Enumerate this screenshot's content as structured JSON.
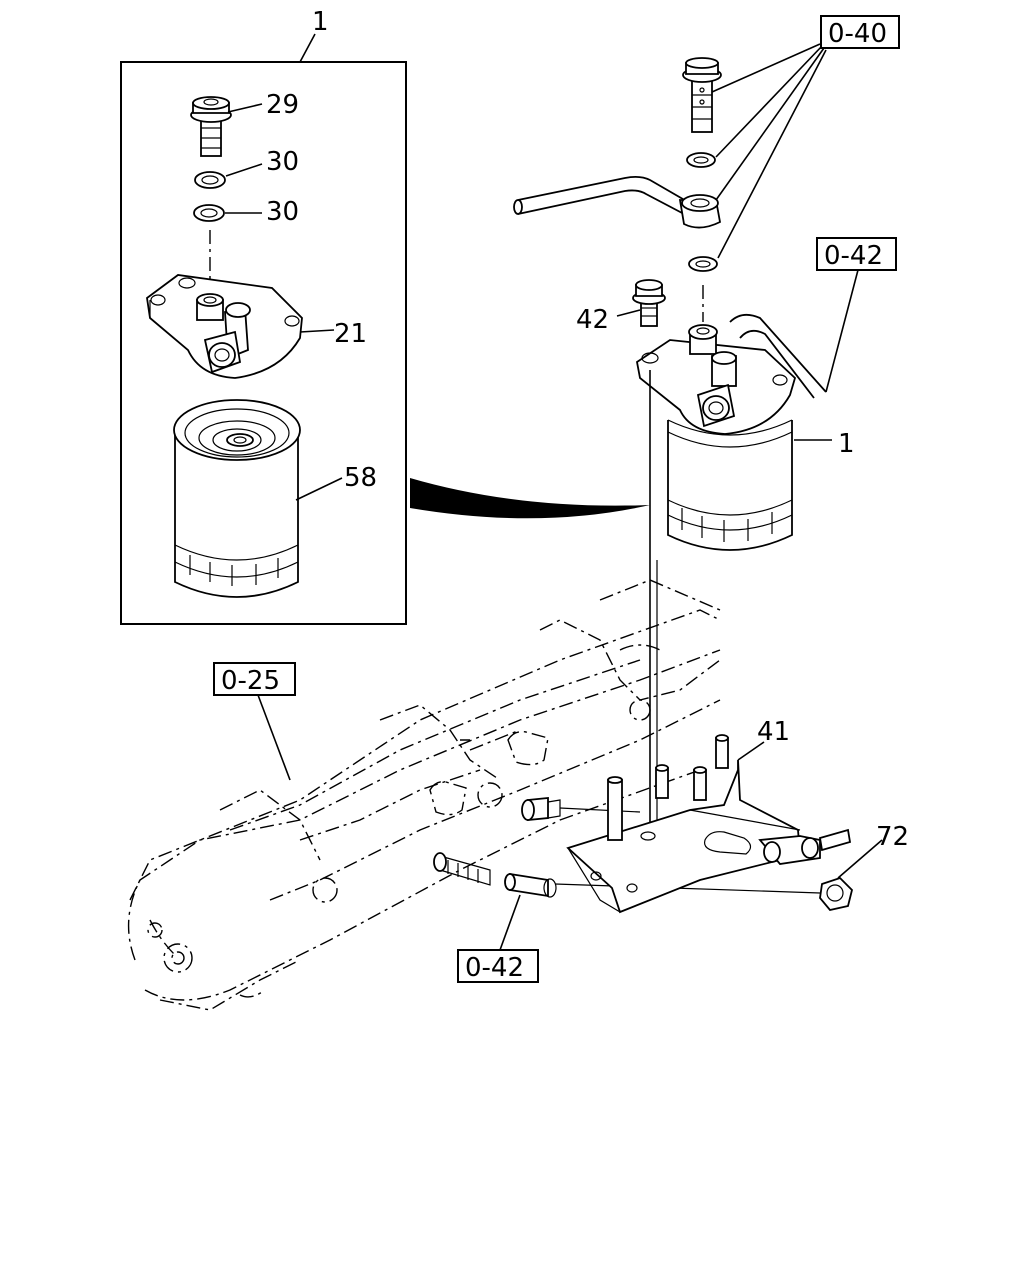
{
  "callouts": {
    "assembly_top": "1",
    "bolt": "29",
    "washer_upper": "30",
    "washer_lower": "30",
    "head": "21",
    "element": "58",
    "bolt_42": "42",
    "filter_assembly": "1",
    "bracket": "41",
    "nut": "72"
  },
  "refs": {
    "fuel_line": "0-40",
    "pipe_right": "0-42",
    "engine": "0-25",
    "stud_bottom": "0-42"
  }
}
